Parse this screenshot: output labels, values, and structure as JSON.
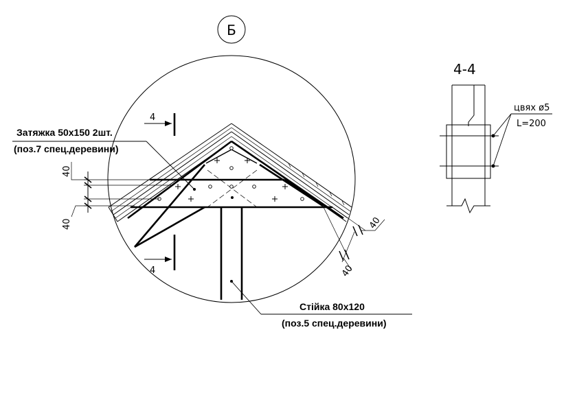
{
  "detail": {
    "marker": "Б",
    "section_mark": "4",
    "tie_label": "Затяжка 50х150 2шт.",
    "tie_ref": "(поз.7 спец.деревини)",
    "post_label": "Стійка 80х120",
    "post_ref": "(поз.5 спец.деревини)",
    "dim_left_top": "40",
    "dim_left_bottom": "40",
    "dim_right_top": "40",
    "dim_right_bottom": "40"
  },
  "section": {
    "title": "4-4",
    "nail_label": "цвях ø5",
    "length_label": "L=200"
  }
}
